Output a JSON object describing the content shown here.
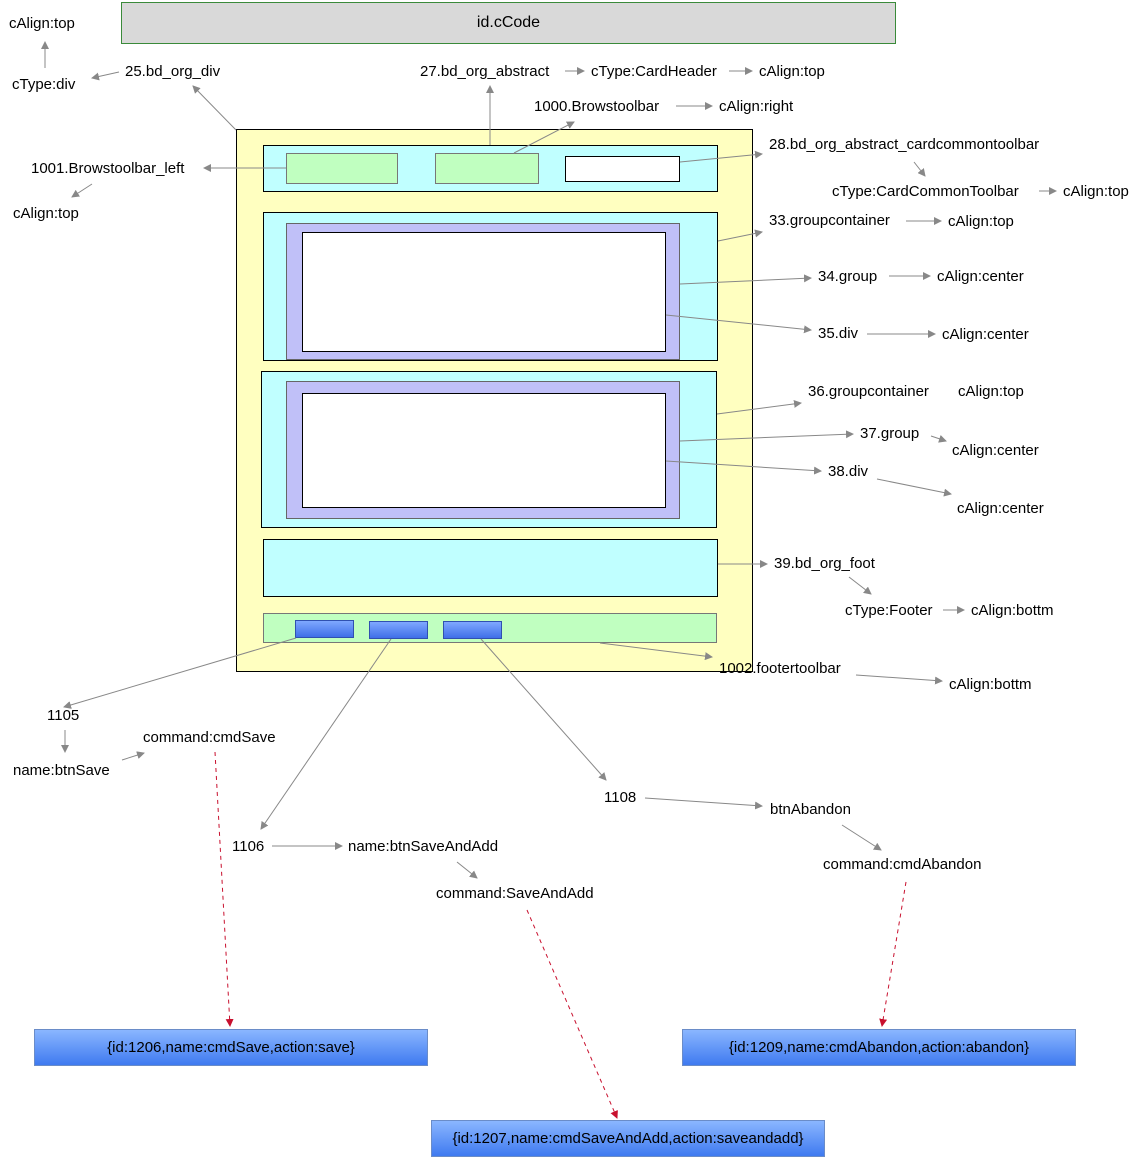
{
  "header": "id.cCode",
  "labels": {
    "calign_top_root": "cAlign:top",
    "ctype_div": "cType:div",
    "n25": "25.bd_org_div",
    "n27": "27.bd_org_abstract",
    "ctype_cardheader": "cType:CardHeader",
    "calign_top_27": "cAlign:top",
    "n1000": "1000.Browstoolbar",
    "calign_right": "cAlign:right",
    "n28": "28.bd_org_abstract_cardcommontoolbar",
    "ctype_cardcommontoolbar": "cType:CardCommonToolbar",
    "calign_top_28": "cAlign:top",
    "n1001": "1001.Browstoolbar_left",
    "calign_top_1001": "cAlign:top",
    "n33": "33.groupcontainer",
    "calign_top_33": "cAlign:top",
    "n34": "34.group",
    "calign_center_34": "cAlign:center",
    "n35": "35.div",
    "calign_center_35": "cAlign:center",
    "n36": "36.groupcontainer",
    "calign_top_36": "cAlign:top",
    "n37": "37.group",
    "calign_center_37": "cAlign:center",
    "n38": "38.div",
    "calign_center_38": "cAlign:center",
    "n39": "39.bd_org_foot",
    "ctype_footer": "cType:Footer",
    "calign_bottm_39": "cAlign:bottm",
    "n1002": "1002.footertoolbar",
    "calign_bottm_1002": "cAlign:bottm",
    "n1105": "1105",
    "name_btnsave": "name:btnSave",
    "command_cmdsave": "command:cmdSave",
    "n1106": "1106",
    "name_btnsaveandadd": "name:btnSaveAndAdd",
    "command_saveandadd": "command:SaveAndAdd",
    "n1108": "1108",
    "btnabandon": "btnAbandon",
    "command_cmdabandon": "command:cmdAbandon"
  },
  "commands": {
    "save": "{id:1206,name:cmdSave,action:save}",
    "saveandadd": "{id:1207,name:cmdSaveAndAdd,action:saveandadd}",
    "abandon": "{id:1209,name:cmdAbandon,action:abandon}"
  },
  "colors": {
    "arrow": "#888888",
    "dashed_arrow": "#c8102e"
  }
}
